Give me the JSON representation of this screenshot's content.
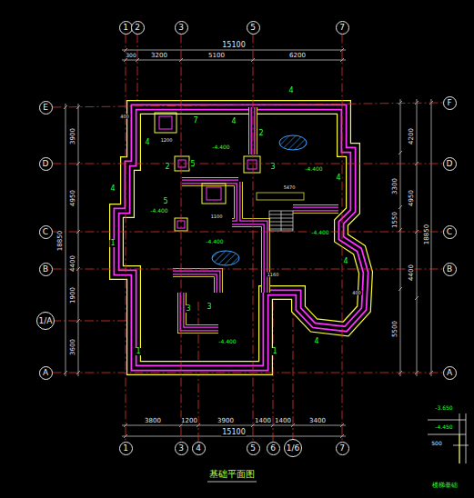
{
  "diagram": {
    "caption": "基础平面图",
    "nodes": [
      {
        "text": [
          "1"
        ]
      },
      {
        "text": [
          "2"
        ]
      },
      {
        "text": [
          "3"
        ]
      },
      {
        "text": [
          "5"
        ]
      },
      {
        "text": [
          "7"
        ]
      },
      {
        "text": [
          "E"
        ]
      },
      {
        "text": [
          "D"
        ]
      },
      {
        "text": [
          "C"
        ]
      },
      {
        "text": [
          "B"
        ]
      },
      {
        "text": [
          "1/A"
        ]
      },
      {
        "text": [
          "A"
        ]
      },
      {
        "text": [
          "F"
        ]
      },
      {
        "text": [
          "D"
        ]
      },
      {
        "text": [
          "C"
        ]
      },
      {
        "text": [
          "B"
        ]
      },
      {
        "text": [
          "A"
        ]
      },
      {
        "text": [
          "1"
        ]
      },
      {
        "text": [
          "3"
        ]
      },
      {
        "text": [
          "4"
        ]
      },
      {
        "text": [
          "5"
        ]
      },
      {
        "text": [
          "6"
        ]
      },
      {
        "text": [
          "1/6"
        ]
      },
      {
        "text": [
          "7"
        ]
      }
    ],
    "edges": [
      {
        "from": 0,
        "to": 16,
        "arrow": "none"
      },
      {
        "from": 2,
        "to": 17,
        "arrow": "none"
      },
      {
        "from": 3,
        "to": 19,
        "arrow": "none"
      },
      {
        "from": 4,
        "to": 22,
        "arrow": "none"
      },
      {
        "from": 5,
        "to": 11,
        "arrow": "none"
      },
      {
        "from": 6,
        "to": 12,
        "arrow": "none"
      },
      {
        "from": 7,
        "to": 13,
        "arrow": "none"
      },
      {
        "from": 8,
        "to": 14,
        "arrow": "none"
      },
      {
        "from": 10,
        "to": 15,
        "arrow": "none"
      }
    ],
    "labels": [
      "15100",
      "300",
      "3200",
      "5100",
      "6200",
      "3800",
      "1200",
      "3900",
      "1400",
      "1400",
      "3400",
      "15100",
      "3900",
      "4950",
      "18850",
      "4400",
      "1900",
      "3600",
      "4200",
      "3300",
      "4950",
      "1550",
      "18850",
      "4400",
      "5500",
      "4",
      "4",
      "7",
      "2",
      "4",
      "2",
      "5",
      "5",
      "3",
      "4",
      "4",
      "4",
      "1",
      "3",
      "3",
      "1",
      "1",
      "4",
      "-4.400",
      "-4.400",
      "-4.400",
      "-4.400",
      "-4.400",
      "-4.400",
      "1200",
      "1100",
      "5470",
      "1160",
      "400",
      "400",
      "-3.650",
      "-4.450",
      "500",
      "楼梯基础"
    ]
  }
}
